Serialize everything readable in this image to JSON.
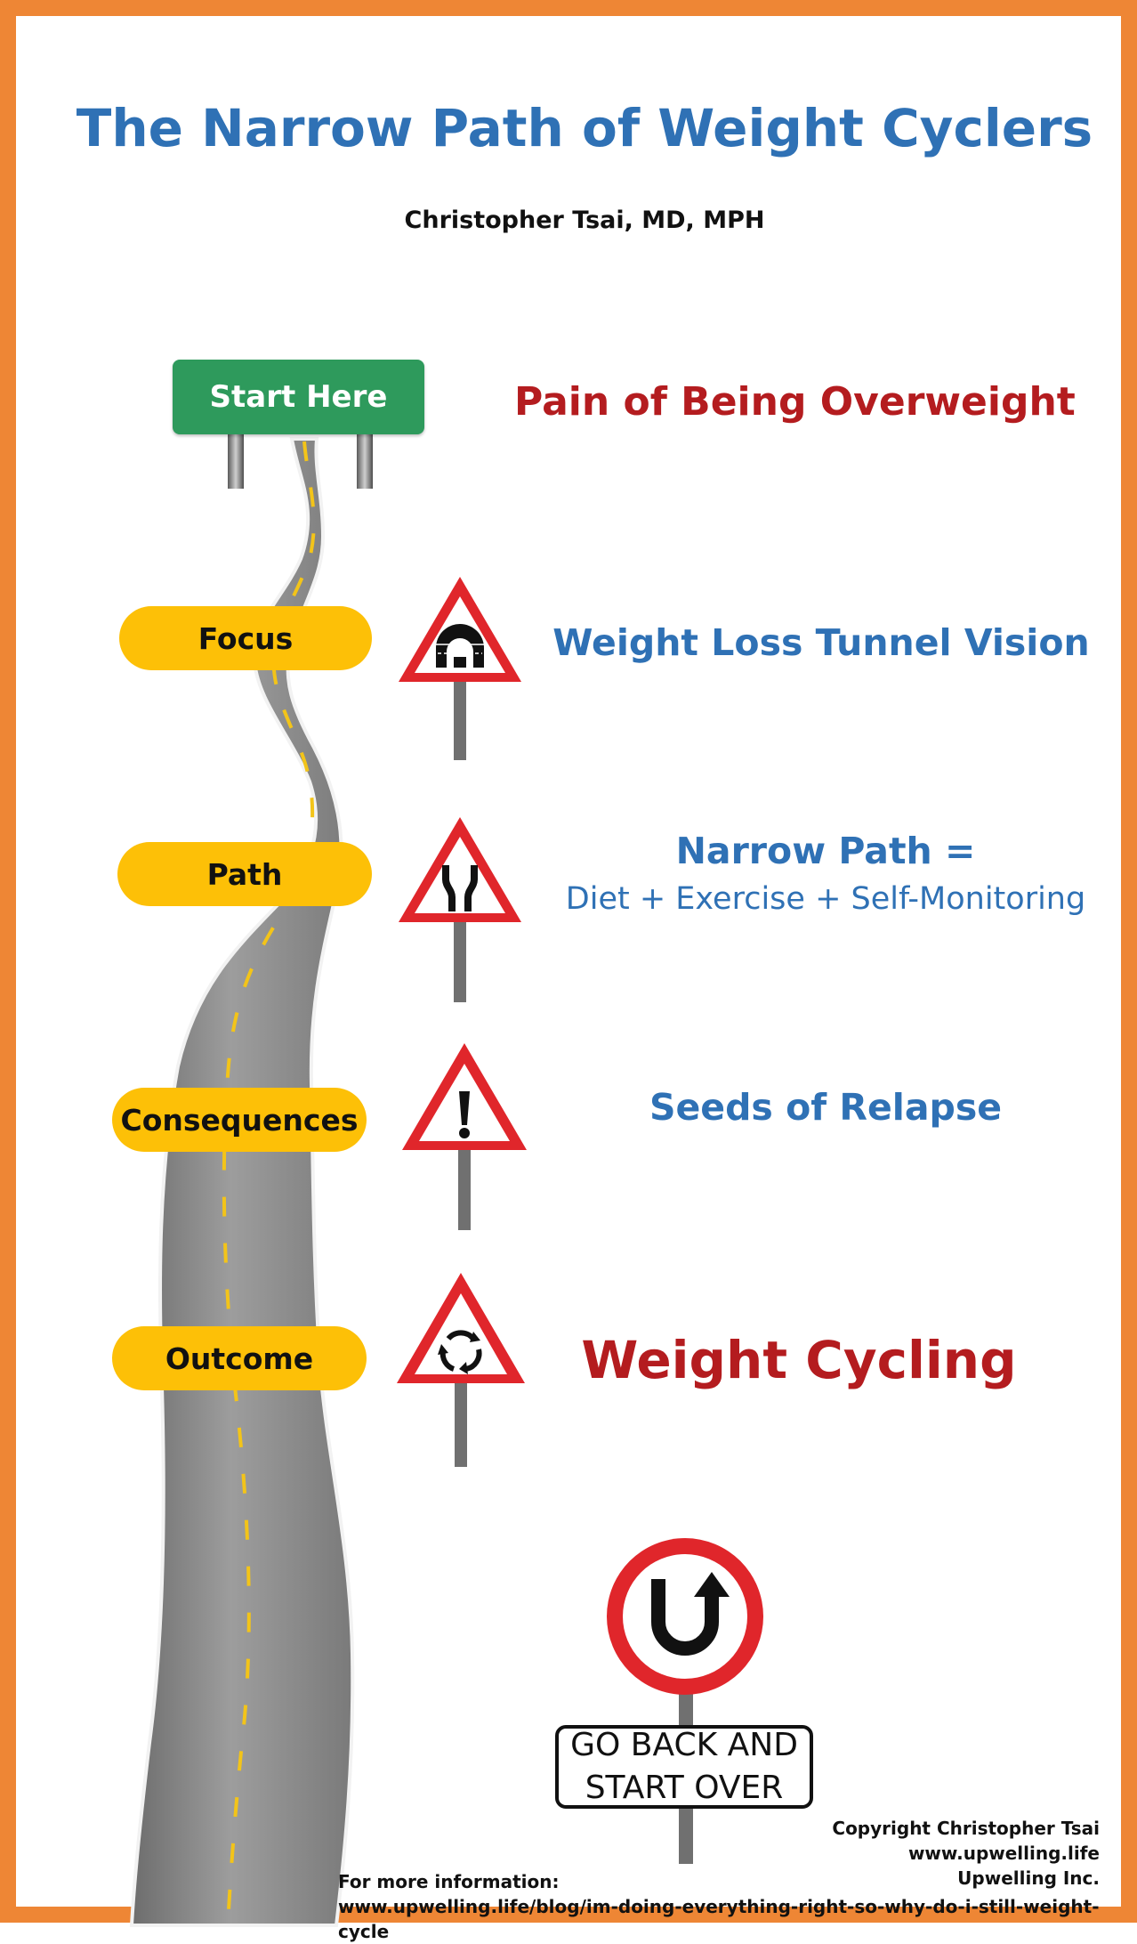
{
  "title": "The Narrow Path of Weight Cyclers",
  "author": "Christopher Tsai, MD, MPH",
  "start_sign": "Start Here",
  "start_heading": "Pain of Being Overweight",
  "stages": [
    {
      "label": "Focus",
      "heading": "Weight Loss Tunnel Vision",
      "icon": "tunnel-icon"
    },
    {
      "label": "Path",
      "heading": "Narrow Path =",
      "subheading": "Diet + Exercise + Self-Monitoring",
      "icon": "road-narrows-icon"
    },
    {
      "label": "Consequences",
      "heading": "Seeds of Relapse",
      "icon": "exclamation-icon"
    },
    {
      "label": "Outcome",
      "heading": "Weight Cycling",
      "icon": "roundabout-icon"
    }
  ],
  "u_turn_sign": {
    "icon": "u-turn-icon",
    "line1": "GO BACK AND",
    "line2": "START OVER"
  },
  "copyright": {
    "line1": "Copyright Christopher Tsai",
    "line2": "www.upwelling.life",
    "line3": "Upwelling Inc."
  },
  "more_info": {
    "label": "For more information:",
    "url": "www.upwelling.life/blog/im-doing-everything-right-so-why-do-i-still-weight-cycle"
  },
  "colors": {
    "border": "#ee8635",
    "title_blue": "#2f71b5",
    "heading_red": "#b41c1f",
    "pill_yellow": "#fdc007",
    "start_green": "#2e9a5c",
    "sign_red": "#e0262b",
    "road_gray": "#8c8c8c",
    "lane_yellow": "#f3c419"
  }
}
